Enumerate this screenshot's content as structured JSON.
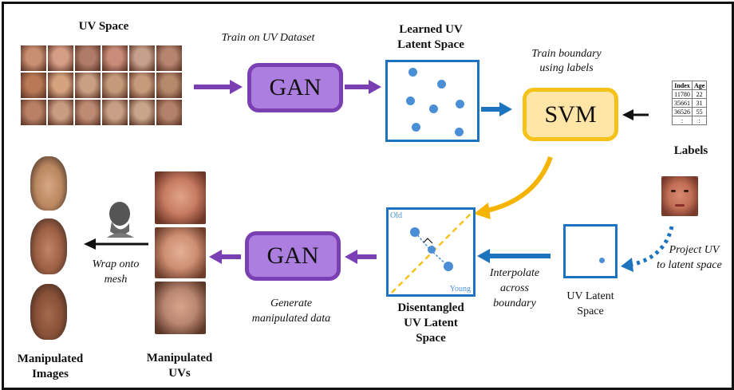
{
  "labels": {
    "uv_space": "UV Space",
    "train_on_uv_dataset": "Train on UV Dataset",
    "gan_top": "GAN",
    "learned_latent_line1": "Learned UV",
    "learned_latent_line2": "Latent Space",
    "train_boundary_line1": "Train boundary",
    "train_boundary_line2": "using labels",
    "svm": "SVM",
    "labels_caption": "Labels",
    "project_uv_line1": "Project UV",
    "project_uv_line2": "to latent space",
    "uv_latent_line1": "UV Latent",
    "uv_latent_line2": "Space",
    "interpolate_line1": "Interpolate",
    "interpolate_line2": "across",
    "interpolate_line3": "boundary",
    "disentangled_line1": "Disentangled",
    "disentangled_line2": "UV Latent",
    "disentangled_line3": "Space",
    "old": "Old",
    "young": "Young",
    "gan_bottom": "GAN",
    "generate_line1": "Generate",
    "generate_line2": "manipulated data",
    "manipulated_uvs_line1": "Manipulated",
    "manipulated_uvs_line2": "UVs",
    "wrap_line1": "Wrap onto",
    "wrap_line2": "mesh",
    "manipulated_images_line1": "Manipulated",
    "manipulated_images_line2": "Images"
  },
  "label_table": {
    "headers": [
      "Index",
      "Age"
    ],
    "rows": [
      [
        "11780",
        "22"
      ],
      [
        "35661",
        "31"
      ],
      [
        "36526",
        "55"
      ],
      [
        ":",
        ":"
      ]
    ]
  },
  "colors": {
    "gan_fill": "#ac7ee0",
    "gan_border": "#7a3fb3",
    "svm_fill": "#ffe6a6",
    "svm_border": "#f5c21a",
    "latent_border": "#1e73be",
    "latent_dot": "#4a8fd6",
    "purple_arrow": "#7a3fb3",
    "blue_arrow": "#1e73be",
    "yellow_arrow": "#f5b400"
  },
  "uv_grid_tones": [
    "#c98f72",
    "#d59d86",
    "#b07c69",
    "#c88c78",
    "#c6a08a",
    "#b6846f",
    "#b97956",
    "#d4a27f",
    "#caa085",
    "#c59a7b",
    "#c89a7d",
    "#b6896d",
    "#b98066",
    "#c99b81",
    "#bd8a72",
    "#c89f86",
    "#c8a48a",
    "#b38169"
  ]
}
